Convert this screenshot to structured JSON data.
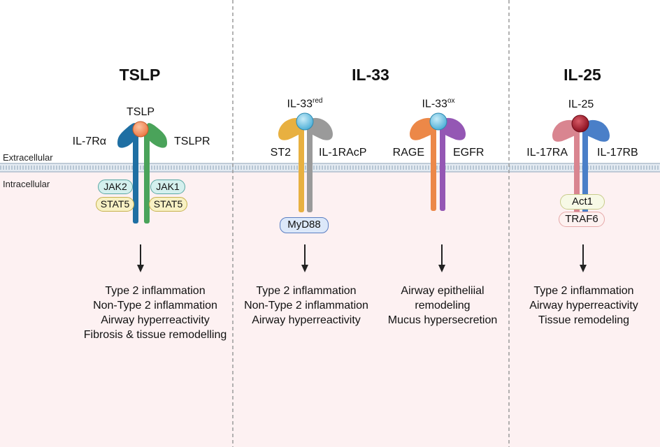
{
  "zones": {
    "extracellular": "Extracellular",
    "intracellular": "Intracellular"
  },
  "tslp": {
    "heading": "TSLP",
    "ligand": "TSLP",
    "receptor_left": "IL-7Rα",
    "receptor_right": "TSLPR",
    "kinase_left": "JAK2",
    "kinase_right": "JAK1",
    "stat_left": "STAT5",
    "stat_right": "STAT5",
    "outcomes": [
      "Type 2 inflammation",
      "Non-Type 2 inflammation",
      "Airway hyperreactivity",
      "Fibrosis & tissue remodelling"
    ]
  },
  "il33": {
    "heading": "IL-33",
    "red_ligand_base": "IL-33",
    "red_ligand_sup": "red",
    "ox_ligand_base": "IL-33",
    "ox_ligand_sup": "ox",
    "st2": "ST2",
    "il1racp": "IL-1RAcP",
    "rage": "RAGE",
    "egfr": "EGFR",
    "adaptor": "MyD88",
    "red_outcomes": [
      "Type 2 inflammation",
      "Non-Type 2 inflammation",
      "Airway hyperreactivity"
    ],
    "ox_outcomes": [
      "Airway epitheliial",
      "remodeling",
      "Mucus hypersecretion"
    ]
  },
  "il25": {
    "heading": "IL-25",
    "ligand": "IL-25",
    "receptor_left": "IL-17RA",
    "receptor_right": "IL-17RB",
    "adaptor_1": "Act1",
    "adaptor_2": "TRAF6",
    "outcomes": [
      "Type 2 inflammation",
      "Airway hyperreactivity",
      "Tissue remodeling"
    ]
  },
  "colors": {
    "intracellular_bg": "#fdf1f2",
    "membrane": "#c4d2df",
    "divider": "#9a9a9a",
    "il7ra_blue": "#1f6fa3",
    "tslpr_green": "#4aa35a",
    "tslp_orange": "#f08a5a",
    "st2_yellow": "#e8b040",
    "il1racp_gray": "#9a9a9a",
    "il33_ball_blue": "#6fc0de",
    "rage_orange": "#ec8848",
    "egfr_purple": "#9457b4",
    "il17ra_pink": "#d98590",
    "il17rb_blue": "#4a7fc8",
    "il25_ball_red": "#a11f2e",
    "jak_fill": "#d4f0ee",
    "stat_fill": "#f8f1c4",
    "myd88_fill": "#dce8f9",
    "act1_fill": "#f7f9e6",
    "traf6_fill": "#fdf1f0"
  }
}
